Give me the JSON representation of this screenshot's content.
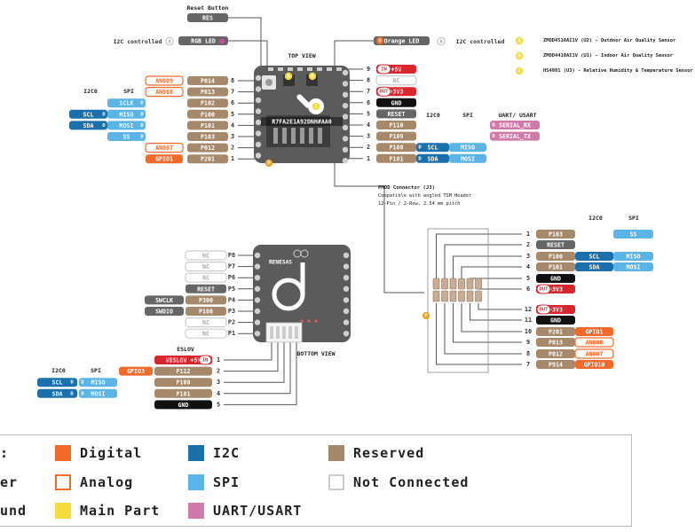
{
  "colors": {
    "digital": "#f26a2a",
    "analog_border": "#f26a2a",
    "i2c": "#1a6fad",
    "spi": "#5ab4e6",
    "reserved": "#a6886a",
    "nc_border": "#cccccc",
    "main_part": "#f4dc3c",
    "uart": "#d07aa9",
    "ground": "#111111",
    "power": "#d8262e",
    "reset": "#666666",
    "board": "#5b5b5b",
    "line": "#555555"
  },
  "top_view": {
    "title": "TOP VIEW",
    "chip_label": "R7FA2E1A92DNH#AA0",
    "reset_button_label": "Reset Button",
    "reset_pin": "RES",
    "rgb_led": "RGB LED",
    "orange_led": "Orange LED",
    "i2c_controlled_left": "I2C controlled",
    "i2c_controlled_right": "I2C controlled",
    "left_header": {
      "i2c": "I2C0",
      "spi": "SPI"
    },
    "right_header": {
      "i2c": "I2C0",
      "spi": "SPI",
      "uart": "UART/ USART"
    },
    "left_pins": [
      {
        "num": "8",
        "pin": "P014",
        "analog": "AN009"
      },
      {
        "num": "7",
        "pin": "P013",
        "analog": "AN008"
      },
      {
        "num": "6",
        "pin": "P102",
        "spi": "SCLK"
      },
      {
        "num": "5",
        "pin": "P100",
        "spi": "MISO",
        "i2c": "SCL"
      },
      {
        "num": "4",
        "pin": "P101",
        "spi": "MOSI",
        "i2c": "SDA"
      },
      {
        "num": "3",
        "pin": "P103",
        "spi": "SS"
      },
      {
        "num": "2",
        "pin": "P012",
        "analog": "AN007"
      },
      {
        "num": "1",
        "pin": "P201",
        "digital": "GPIO1"
      }
    ],
    "right_pins": [
      {
        "num": "9",
        "label": "+5V",
        "tag": "IN"
      },
      {
        "num": "8",
        "label": "NC"
      },
      {
        "num": "7",
        "label": "+3V3",
        "tag": "OUT"
      },
      {
        "num": "6",
        "label": "GND"
      },
      {
        "num": "5",
        "label": "RESET"
      },
      {
        "num": "4",
        "pin": "P110",
        "uart": "SERIAL_RX"
      },
      {
        "num": "3",
        "pin": "P109",
        "uart": "SERIAL_TX"
      },
      {
        "num": "2",
        "pin": "P100",
        "i2c": "SCL",
        "spi": "MISO"
      },
      {
        "num": "1",
        "pin": "P101",
        "i2c": "SDA",
        "spi": "MOSI"
      }
    ],
    "sensors": [
      {
        "letter": "A",
        "text": "ZMOD4510AI1V (U2) - Outdoor Air Quality Sensor"
      },
      {
        "letter": "B",
        "text": "ZMOD4410AI1V (U1) - Indoor Air Quality Sensor"
      },
      {
        "letter": "C",
        "text": "HS4001 (U3) - Relative Humidity & Temperature Sensor"
      }
    ]
  },
  "pmod": {
    "title": "PMOD Connector (J3)",
    "subtitle1": "Compatible with angled TSM Header",
    "subtitle2": "12-Pin / 2-Row, 2.54 mm pitch",
    "header": {
      "i2c": "I2C0",
      "spi": "SPI"
    },
    "pins": [
      {
        "num": "1",
        "pin": "P103",
        "spi": "SS"
      },
      {
        "num": "2",
        "label": "RESET"
      },
      {
        "num": "3",
        "pin": "P100",
        "i2c": "SCL",
        "spi": "MISO"
      },
      {
        "num": "4",
        "pin": "P101",
        "i2c": "SDA",
        "spi": "MOSI"
      },
      {
        "num": "5",
        "label": "GND"
      },
      {
        "num": "6",
        "label": "+3V3",
        "tag": "OUT"
      },
      {
        "num": "12",
        "label": "+3V3",
        "tag": "OUT"
      },
      {
        "num": "11",
        "label": "GND"
      },
      {
        "num": "10",
        "pin": "P201",
        "digital": "GPIO1"
      },
      {
        "num": "9",
        "pin": "P013",
        "analog": "AN008"
      },
      {
        "num": "8",
        "pin": "P012",
        "analog": "AN007"
      },
      {
        "num": "7",
        "pin": "P914",
        "digital": "GPIO10"
      }
    ]
  },
  "bottom_view": {
    "title": "BOTTOM VIEW",
    "brand": "RENESAS",
    "pins": [
      {
        "num": "P8",
        "label": "NC"
      },
      {
        "num": "P7",
        "label": "NC"
      },
      {
        "num": "P6",
        "label": "NC"
      },
      {
        "num": "P5",
        "label": "RESET"
      },
      {
        "num": "P4",
        "pin": "P300",
        "func": "SWCLK"
      },
      {
        "num": "P3",
        "pin": "P108",
        "func": "SWDIO"
      },
      {
        "num": "P2",
        "label": "NC"
      },
      {
        "num": "P1",
        "label": "NC"
      }
    ]
  },
  "eslov": {
    "title": "ESLOV",
    "header": {
      "i2c": "I2C0",
      "spi": "SPI"
    },
    "pins": [
      {
        "num": "1",
        "label": "VESLOV +5V",
        "tag": "IN"
      },
      {
        "num": "2",
        "pin": "P112",
        "digital": "GPIO3"
      },
      {
        "num": "3",
        "pin": "P100",
        "i2c": "SCL",
        "spi": "MISO"
      },
      {
        "num": "4",
        "pin": "P101",
        "i2c": "SDA",
        "spi": "MOSI"
      },
      {
        "num": "5",
        "label": "GND"
      }
    ]
  },
  "legend": {
    "frag1": ":",
    "frag2": "er",
    "frag3": "und",
    "digital": "Digital",
    "analog": "Analog",
    "main_part": "Main Part",
    "i2c": "I2C",
    "spi": "SPI",
    "uart": "UART/USART",
    "reserved": "Reserved",
    "nc": "Not Connected"
  }
}
